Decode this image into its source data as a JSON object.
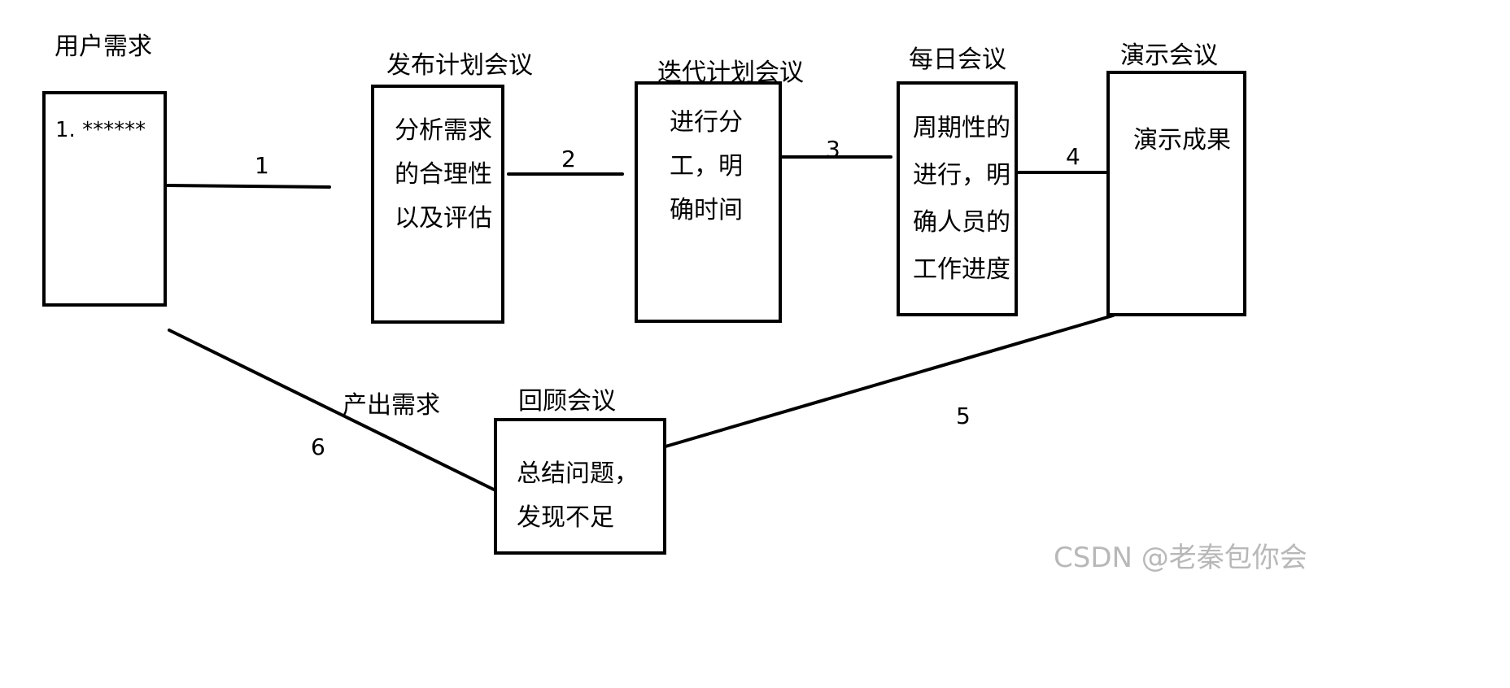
{
  "nodes": {
    "user_needs": {
      "title": "用户需求",
      "content": "1. ******"
    },
    "release_planning": {
      "title": "发布计划会议",
      "content": "分析需求\n的合理性\n以及评估"
    },
    "iteration_planning": {
      "title": "迭代计划会议",
      "content": "进行分\n工，明\n确时间"
    },
    "daily_meeting": {
      "title": "每日会议",
      "content": "周期性的\n进行，明\n确人员的\n工作进度"
    },
    "demo_meeting": {
      "title": "演示会议",
      "content": "演示成果"
    },
    "retrospective": {
      "title": "回顾会议",
      "content": "总结问题，\n发现不足"
    }
  },
  "edges": {
    "e1": {
      "label": "1"
    },
    "e2": {
      "label": "2"
    },
    "e3": {
      "label": "3"
    },
    "e4": {
      "label": "4"
    },
    "e5": {
      "label": "5"
    },
    "e6": {
      "label": "6",
      "annotation": "产出需求"
    }
  },
  "watermark": "CSDN @老秦包你会"
}
